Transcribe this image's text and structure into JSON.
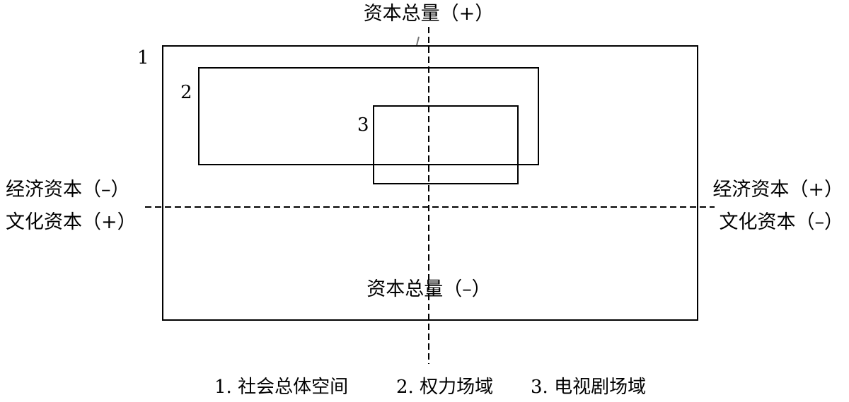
{
  "axes": {
    "top_label": "资本总量（+）",
    "bottom_label": "资本总量（–）",
    "left_upper_label": "经济资本（–）",
    "left_lower_label": "文化资本（+）",
    "right_upper_label": "经济资本（+）",
    "right_lower_label": "文化资本（–）"
  },
  "boxes": [
    {
      "number": "1"
    },
    {
      "number": "2"
    },
    {
      "number": "3"
    }
  ],
  "legend": {
    "item1": "1. 社会总体空间",
    "item2": "2. 权力场域",
    "item3": "3. 电视剧场域"
  },
  "colors": {
    "line": "#000000",
    "leader": "#777777",
    "background": "#ffffff"
  }
}
